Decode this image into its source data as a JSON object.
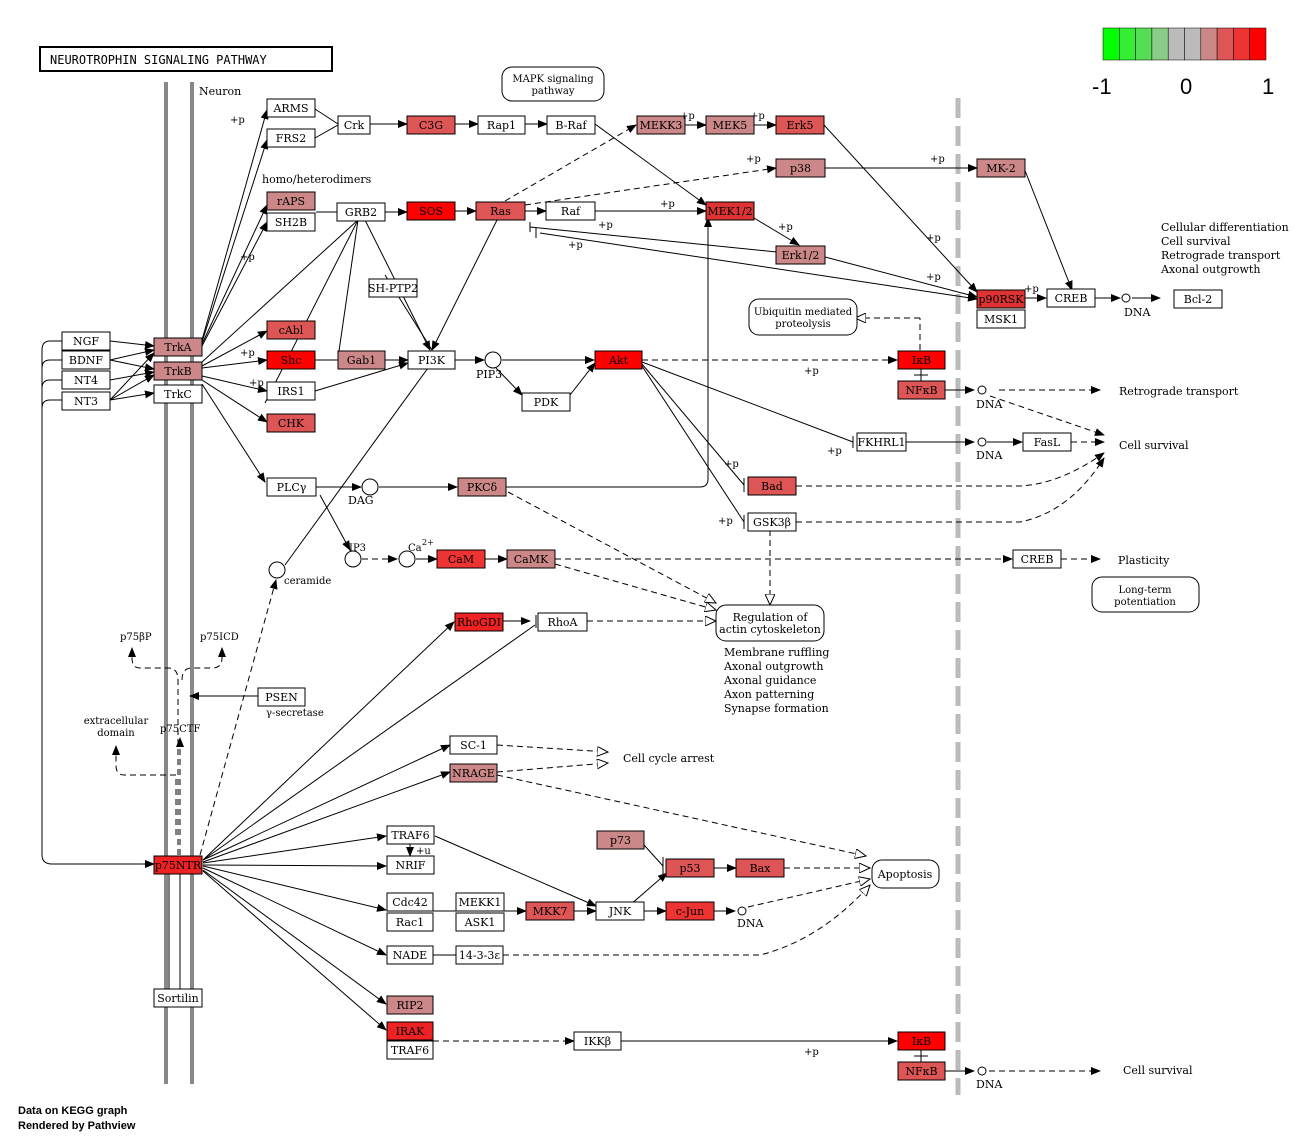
{
  "title": "NEUROTROPHIN SIGNALING PATHWAY",
  "cell_label": "Neuron",
  "legend": {
    "min_label": "-1",
    "mid_label": "0",
    "max_label": "1",
    "colors": [
      "#00ff00",
      "#33ee33",
      "#55dd55",
      "#88cc88",
      "#bbbbbb",
      "#bbbbbb",
      "#cc8888",
      "#dd5555",
      "#ee3333",
      "#ff0000"
    ]
  },
  "credits": [
    "Data on KEGG graph",
    "Rendered by Pathview"
  ],
  "nodes": {
    "arms": {
      "label": "ARMS",
      "fill": "#ffffff"
    },
    "frs2": {
      "label": "FRS2",
      "fill": "#ffffff"
    },
    "crk": {
      "label": "Crk",
      "fill": "#ffffff"
    },
    "c3g": {
      "label": "C3G",
      "fill": "#dd5555"
    },
    "rap1": {
      "label": "Rap1",
      "fill": "#ffffff"
    },
    "braf": {
      "label": "B-Raf",
      "fill": "#ffffff"
    },
    "mekk3": {
      "label": "MEKK3",
      "fill": "#cc8888"
    },
    "mek5": {
      "label": "MEK5",
      "fill": "#cc8888"
    },
    "erk5": {
      "label": "Erk5",
      "fill": "#dd5555"
    },
    "raps": {
      "label": "rAPS",
      "fill": "#cc8888"
    },
    "sh2b": {
      "label": "SH2B",
      "fill": "#ffffff"
    },
    "grb2": {
      "label": "GRB2",
      "fill": "#ffffff"
    },
    "sos": {
      "label": "SOS",
      "fill": "#ff0000"
    },
    "ras": {
      "label": "Ras",
      "fill": "#dd5555"
    },
    "raf": {
      "label": "Raf",
      "fill": "#ffffff"
    },
    "mek12": {
      "label": "MEK1/2",
      "fill": "#dd3333"
    },
    "p38": {
      "label": "p38",
      "fill": "#cc8888"
    },
    "mk2": {
      "label": "MK-2",
      "fill": "#cc8888"
    },
    "erk12": {
      "label": "Erk1/2",
      "fill": "#cc8888"
    },
    "shptp2": {
      "label": "SH-PTP2",
      "fill": "#ffffff"
    },
    "p90rsk": {
      "label": "p90RSK",
      "fill": "#dd3333"
    },
    "msk1": {
      "label": "MSK1",
      "fill": "#ffffff"
    },
    "creb1": {
      "label": "CREB",
      "fill": "#ffffff"
    },
    "bcl2": {
      "label": "Bcl-2",
      "fill": "#ffffff"
    },
    "ngf": {
      "label": "NGF",
      "fill": "#ffffff"
    },
    "bdnf": {
      "label": "BDNF",
      "fill": "#ffffff"
    },
    "nt4": {
      "label": "NT4",
      "fill": "#ffffff"
    },
    "nt3": {
      "label": "NT3",
      "fill": "#ffffff"
    },
    "trka": {
      "label": "TrkA",
      "fill": "#cc8888"
    },
    "trkb": {
      "label": "TrkB",
      "fill": "#cc8888"
    },
    "trkc": {
      "label": "TrkC",
      "fill": "#ffffff"
    },
    "cabl": {
      "label": "cAbl",
      "fill": "#dd5555"
    },
    "shc": {
      "label": "Shc",
      "fill": "#ff0000"
    },
    "gab1": {
      "label": "Gab1",
      "fill": "#cc8888"
    },
    "pi3k": {
      "label": "PI3K",
      "fill": "#ffffff"
    },
    "akt": {
      "label": "Akt",
      "fill": "#ff0000"
    },
    "ikb1": {
      "label": "IκB",
      "fill": "#ff0000"
    },
    "nfkb1": {
      "label": "NFκB",
      "fill": "#dd5555"
    },
    "irs1": {
      "label": "IRS1",
      "fill": "#ffffff"
    },
    "pdk": {
      "label": "PDK",
      "fill": "#ffffff"
    },
    "chk": {
      "label": "CHK",
      "fill": "#dd5555"
    },
    "fkhrl1": {
      "label": "FKHRL1",
      "fill": "#ffffff"
    },
    "fasl": {
      "label": "FasL",
      "fill": "#ffffff"
    },
    "plcy": {
      "label": "PLCγ",
      "fill": "#ffffff"
    },
    "pkcd": {
      "label": "PKCδ",
      "fill": "#cc8888"
    },
    "bad": {
      "label": "Bad",
      "fill": "#dd5555"
    },
    "gsk3b": {
      "label": "GSK3β",
      "fill": "#ffffff"
    },
    "cam": {
      "label": "CaM",
      "fill": "#ee3333"
    },
    "camk": {
      "label": "CaMK",
      "fill": "#cc8888"
    },
    "creb2": {
      "label": "CREB",
      "fill": "#ffffff"
    },
    "rhogdi": {
      "label": "RhoGDI",
      "fill": "#ee2222"
    },
    "rhoa": {
      "label": "RhoA",
      "fill": "#ffffff"
    },
    "psen": {
      "label": "PSEN",
      "fill": "#ffffff"
    },
    "sc1": {
      "label": "SC-1",
      "fill": "#ffffff"
    },
    "nrage": {
      "label": "NRAGE",
      "fill": "#cc8888"
    },
    "traf6a": {
      "label": "TRAF6",
      "fill": "#ffffff"
    },
    "nrif": {
      "label": "NRIF",
      "fill": "#ffffff"
    },
    "p73": {
      "label": "p73",
      "fill": "#cc8888"
    },
    "p53": {
      "label": "p53",
      "fill": "#dd5555"
    },
    "bax": {
      "label": "Bax",
      "fill": "#dd5555"
    },
    "p75ntr": {
      "label": "p75NTR",
      "fill": "#ee2222"
    },
    "cdc42": {
      "label": "Cdc42",
      "fill": "#ffffff"
    },
    "rac1": {
      "label": "Rac1",
      "fill": "#ffffff"
    },
    "mekk1": {
      "label": "MEKK1",
      "fill": "#ffffff"
    },
    "ask1": {
      "label": "ASK1",
      "fill": "#ffffff"
    },
    "mkk7": {
      "label": "MKK7",
      "fill": "#dd5555"
    },
    "jnk": {
      "label": "JNK",
      "fill": "#ffffff"
    },
    "cjun": {
      "label": "c-Jun",
      "fill": "#ee3333"
    },
    "nade": {
      "label": "NADE",
      "fill": "#ffffff"
    },
    "p1433e": {
      "label": "14-3-3ε",
      "fill": "#ffffff"
    },
    "sortilin": {
      "label": "Sortilin",
      "fill": "#ffffff"
    },
    "rip2": {
      "label": "RIP2",
      "fill": "#cc8888"
    },
    "irak": {
      "label": "IRAK",
      "fill": "#ee2222"
    },
    "traf6b": {
      "label": "TRAF6",
      "fill": "#ffffff"
    },
    "ikkb": {
      "label": "IKKβ",
      "fill": "#ffffff"
    },
    "ikb2": {
      "label": "IκB",
      "fill": "#ff0000"
    },
    "nfkb2": {
      "label": "NFκB",
      "fill": "#dd5555"
    }
  },
  "maps": {
    "mapk": [
      "MAPK signaling",
      "pathway"
    ],
    "ubiq": [
      "Ubiquitin mediated",
      "proteolysis"
    ],
    "actin": [
      "Regulation of",
      "actin cytoskeleton"
    ],
    "ltp": [
      "Long-term",
      "potentiation"
    ],
    "apoptosis": [
      "Apoptosis"
    ]
  },
  "texts": {
    "homo": "homo/heterodimers",
    "pip3": "PIP3",
    "dag": "DAG",
    "ip3": "IP3",
    "ca": "Ca",
    "ca_sup": "2+",
    "ceramide": "ceramide",
    "gsec": "γ-secretase",
    "p75bp": "p75βP",
    "p75icd": "p75ICD",
    "p75ctf": "p75CTF",
    "extra1": "extracellular",
    "extra2": "domain",
    "dna": "DNA",
    "plasticity": "Plasticity",
    "cellcycle": "Cell cycle arrest",
    "retro": "Retrograde transport",
    "cellsurv": "Cell survival",
    "plus_p": "+p",
    "plus_u": "+u",
    "outcomes1": [
      "Cellular differentiation",
      "Cell survival",
      "Retrograde transport",
      "Axonal outgrowth"
    ],
    "outcomes2": [
      "Membrane ruffling",
      "Axonal outgrowth",
      "Axonal guidance",
      "Axon patterning",
      "Synapse formation"
    ]
  }
}
